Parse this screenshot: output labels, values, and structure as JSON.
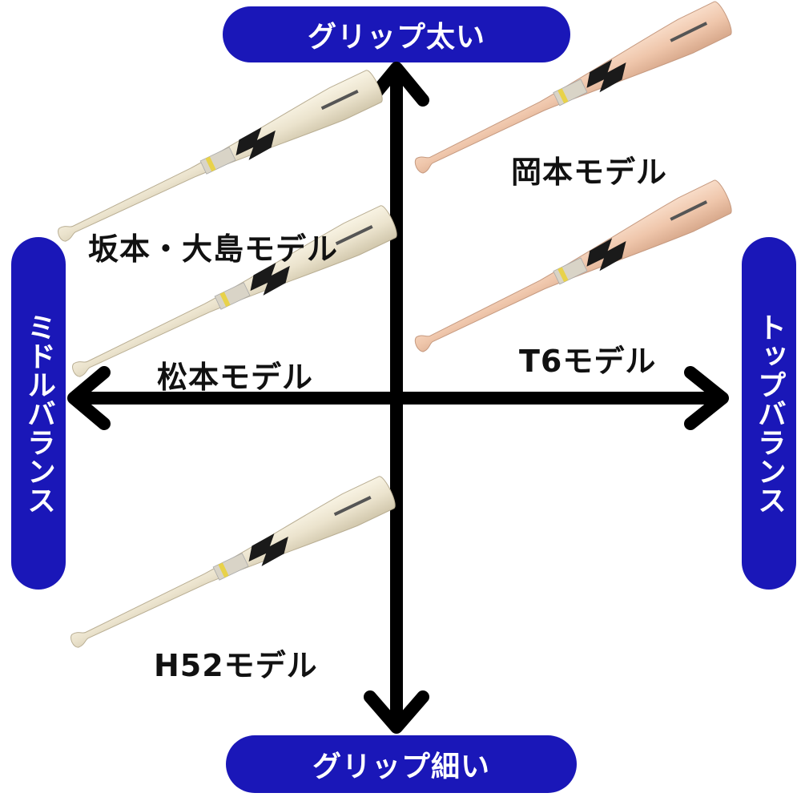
{
  "axis_labels": {
    "top": "グリップ太い",
    "bottom": "グリップ細い",
    "left": "ミドルバランス",
    "right": "トップバランス"
  },
  "models": {
    "sakamoto_oshima": "坂本・大島モデル",
    "matsumoto": "松本モデル",
    "okamoto": "岡本モデル",
    "t6": "T6モデル",
    "h52": "H52モデル"
  },
  "colors": {
    "pill": "#1a17b8",
    "axis": "#000000",
    "bat_natural": "#ebe3cd",
    "bat_pink": "#f0c9b0",
    "logo": "#1a1a1a"
  },
  "icons": {
    "bat": "baseball-bat-icon",
    "brand_logo": "ss-logo-icon"
  }
}
